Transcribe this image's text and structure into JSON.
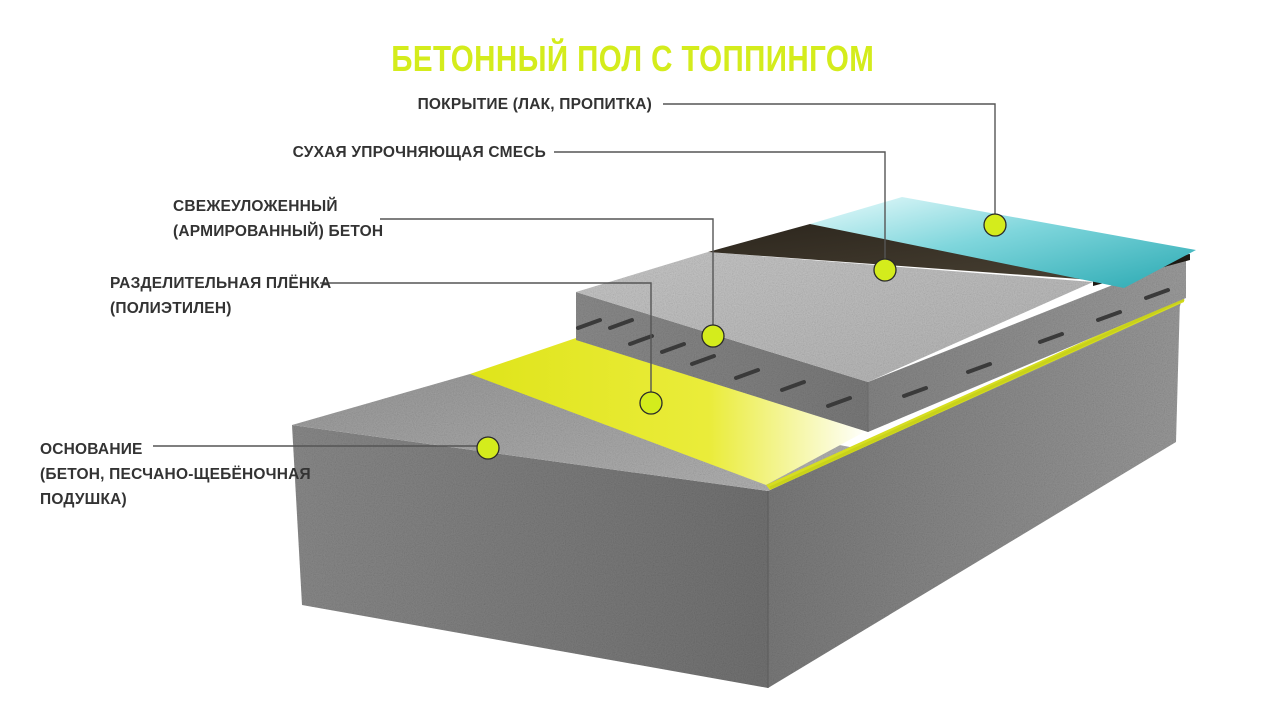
{
  "title": "БЕТОННЫЙ ПОЛ С ТОППИНГОМ",
  "colors": {
    "title": "#d4ec1c",
    "marker": "#d4ec1c",
    "marker_stroke": "#2a2a2a",
    "leader": "#555555",
    "label": "#333333",
    "coating": "#3fbcc4",
    "hardener": "#3b3328",
    "concrete": "#a9a9a9",
    "film": "#e3e81a",
    "base": "#8f8f8f"
  },
  "layers": [
    {
      "id": "coating",
      "text": "ПОКРЫТИЕ (ЛАК, ПРОПИТКА)"
    },
    {
      "id": "hardener",
      "text": "СУХАЯ УПРОЧНЯЮЩАЯ СМЕСЬ"
    },
    {
      "id": "concrete",
      "text": "СВЕЖЕУЛОЖЕННЫЙ\n(АРМИРОВАННЫЙ) БЕТОН"
    },
    {
      "id": "film",
      "text": "РАЗДЕЛИТЕЛЬНАЯ ПЛЁНКА\n(ПОЛИЭТИЛЕН)"
    },
    {
      "id": "base",
      "text": "ОСНОВАНИЕ\n(БЕТОН, ПЕСЧАНО-ЩЕБЁНОЧНАЯ\nПОДУШКА)"
    }
  ]
}
